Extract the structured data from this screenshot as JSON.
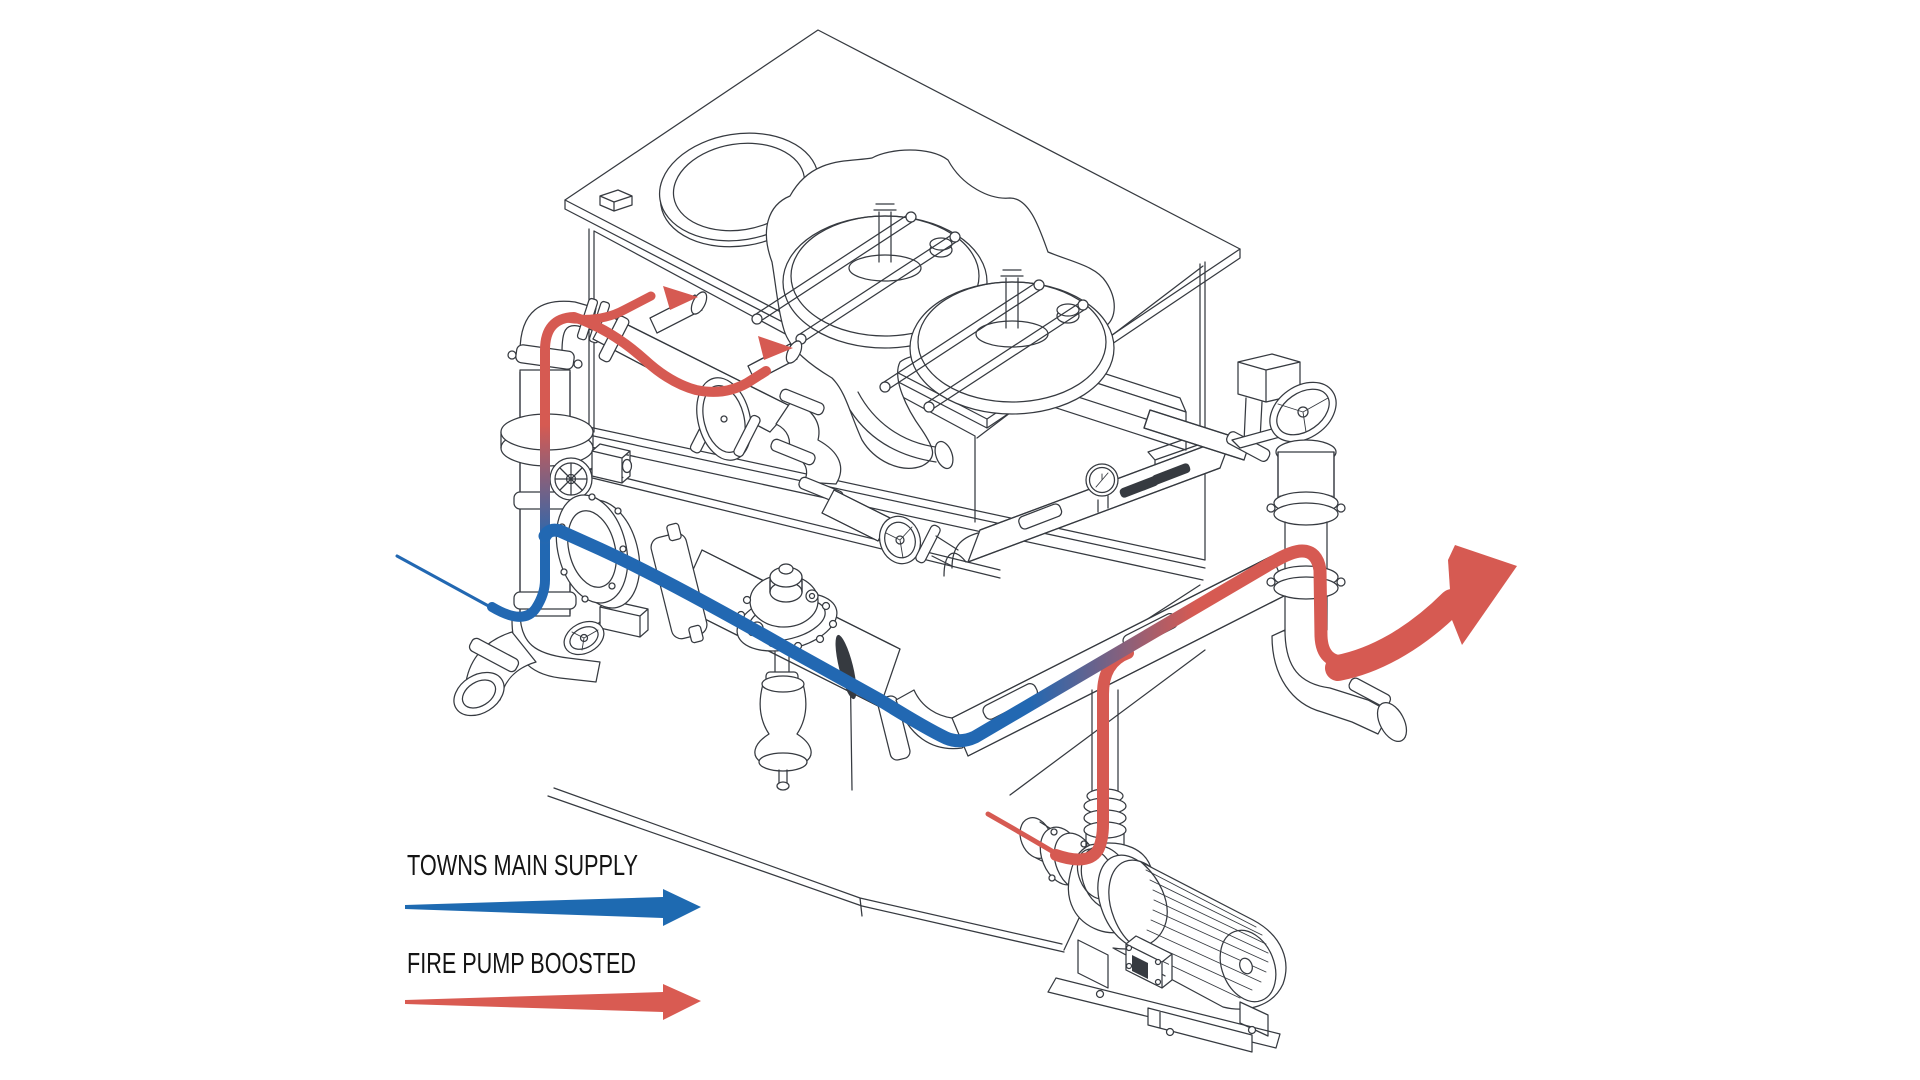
{
  "page": {
    "background": "#ffffff"
  },
  "diagram": {
    "type": "isometric-technical-illustration",
    "line_color": "#363a40",
    "components": [
      "water-storage-tank",
      "tank-lid",
      "access-hatch",
      "pressure-vessel",
      "mounting-rails",
      "louver-panel",
      "fill-riser",
      "fill-inlet-stubs",
      "gate-valve-handwheel",
      "suction-manifold",
      "strainer-end-flange",
      "pressure-reducing-valve",
      "air-release-valve",
      "isolation-valve-handwheel",
      "pressure-gauge",
      "butterfly-valve",
      "discharge-column",
      "grooved-couplings",
      "fire-pump",
      "electric-motor",
      "fan-grille",
      "pump-baseplate"
    ]
  },
  "flows": {
    "towns_main": {
      "color": "#2268b2",
      "label": "TOWNS MAIN SUPPLY"
    },
    "fire_pump": {
      "color": "#d65a52",
      "label": "FIRE PUMP BOOSTED"
    }
  },
  "legend": {
    "items": [
      {
        "label": "TOWNS MAIN SUPPLY",
        "color": "#1e6ab1"
      },
      {
        "label": "FIRE PUMP BOOSTED",
        "color": "#d95b52"
      }
    ]
  }
}
